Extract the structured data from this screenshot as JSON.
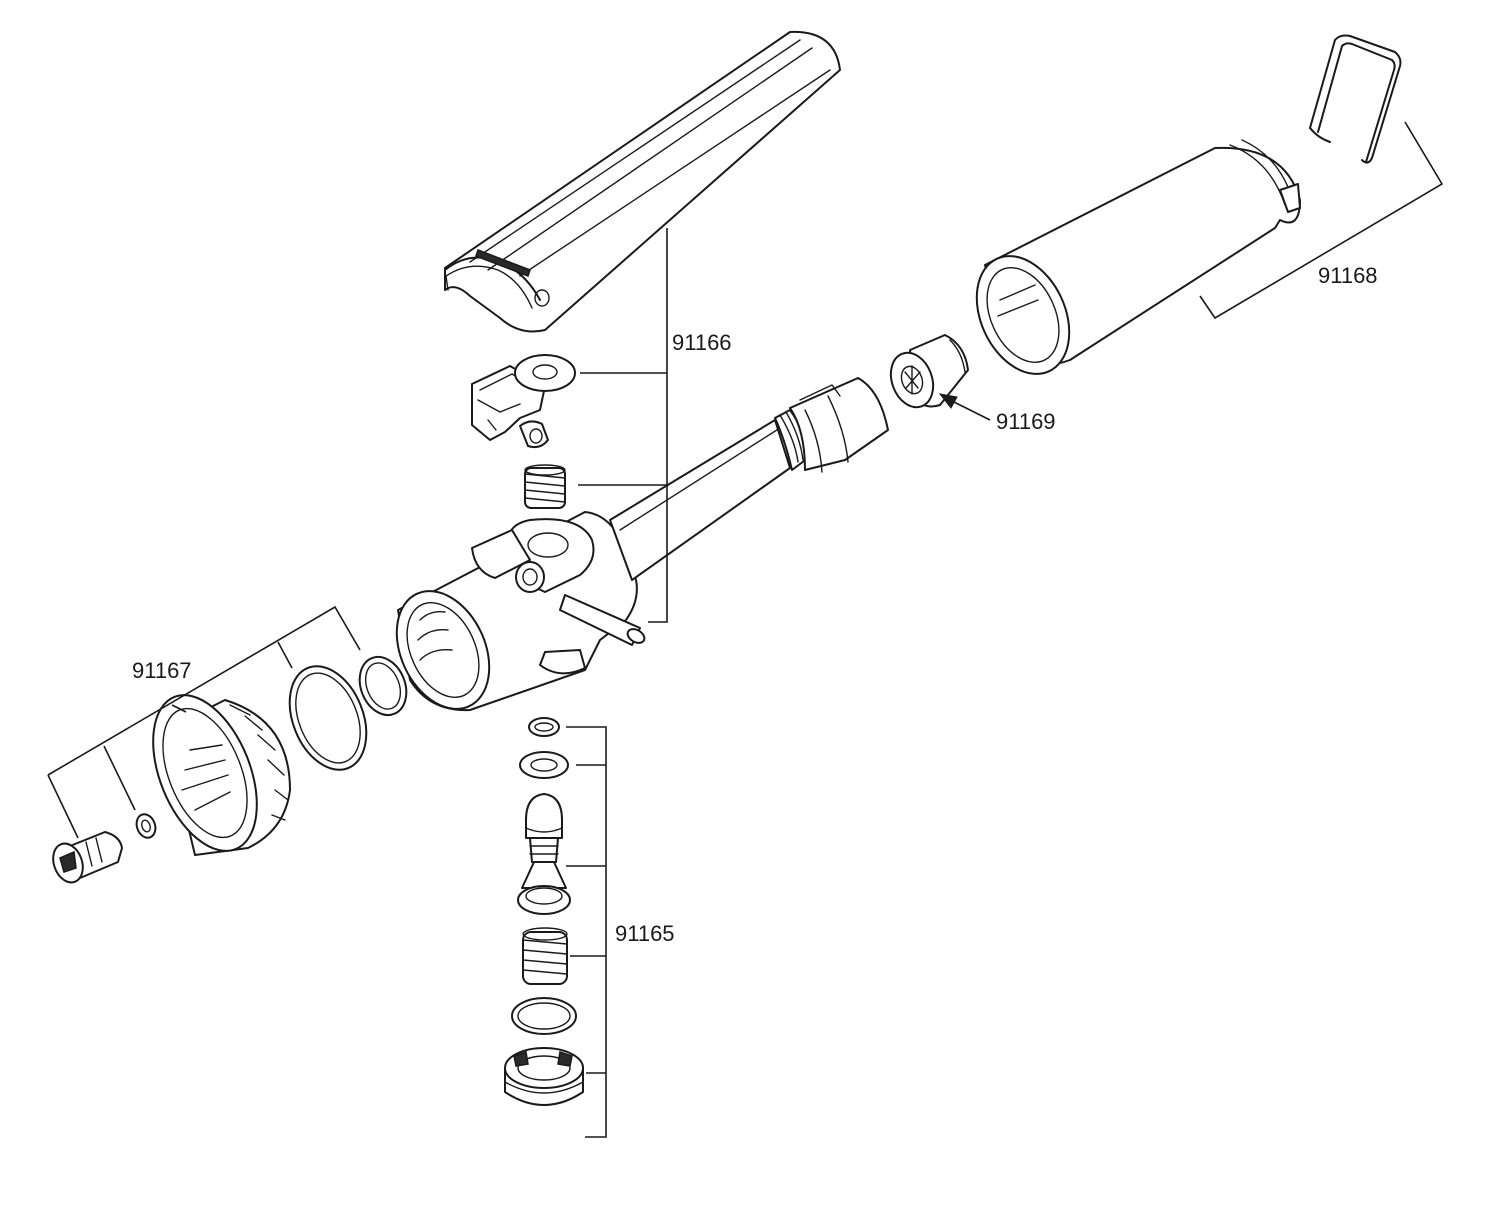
{
  "callouts": {
    "kit_91166": "91166",
    "kit_91167": "91167",
    "kit_91168": "91168",
    "kit_91169": "91169",
    "kit_91165": "91165"
  },
  "colors": {
    "line": "#1a1a1a",
    "background": "#ffffff"
  }
}
